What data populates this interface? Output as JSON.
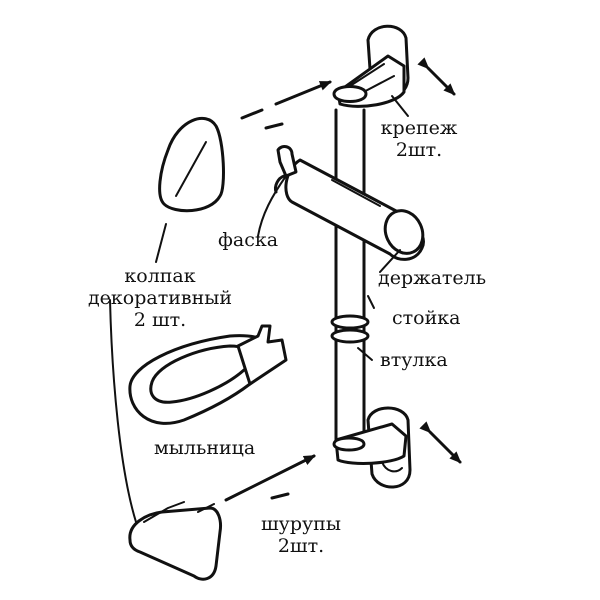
{
  "labels": {
    "fastener": "крепеж",
    "fastener_qty": "2шт.",
    "chamfer": "фаска",
    "cap_line1": "колпак",
    "cap_line2": "декоративный",
    "cap_qty": "2 шт.",
    "holder": "держатель",
    "post": "стойка",
    "sleeve": "втулка",
    "soap_dish": "мыльница",
    "screws": "шурупы",
    "screws_qty": "2шт."
  }
}
